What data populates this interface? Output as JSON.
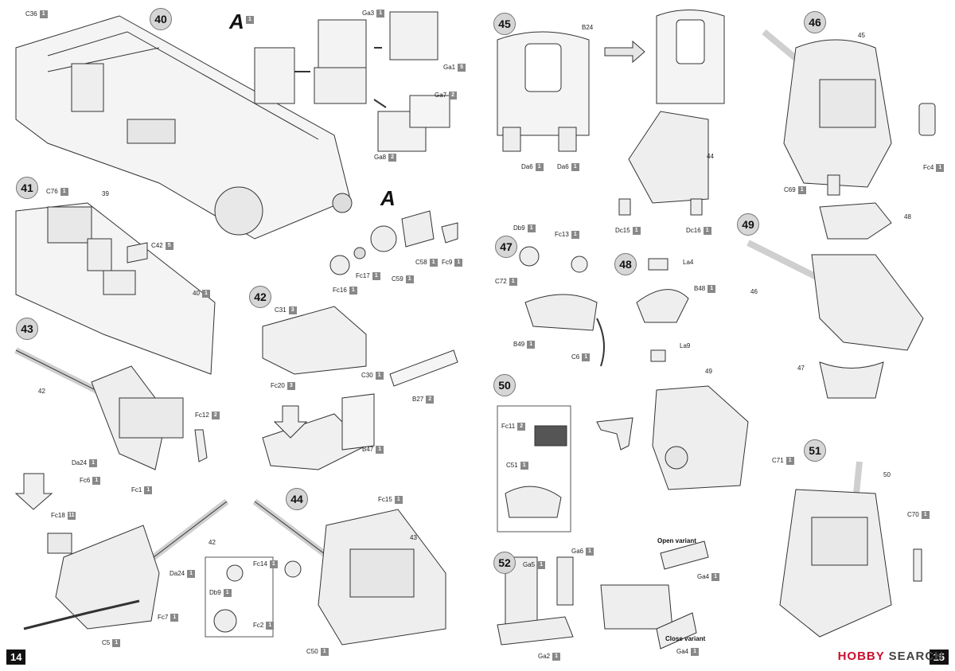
{
  "left_page": {
    "page_number": "14",
    "callout": "A",
    "steps": [
      {
        "num": "40",
        "labels": [
          {
            "text": "C36",
            "qty": "1"
          },
          {
            "text": "A",
            "qty": "1"
          },
          {
            "text": "Ga3",
            "qty": "1"
          },
          {
            "text": "Ga1",
            "qty": "5"
          },
          {
            "text": "Ga7",
            "qty": "2"
          },
          {
            "text": "Ga8",
            "qty": "2"
          },
          {
            "text": "39",
            "qty": ""
          }
        ]
      },
      {
        "num": "41",
        "labels": [
          {
            "text": "C76",
            "qty": "1"
          },
          {
            "text": "C42",
            "qty": "5"
          },
          {
            "text": "40",
            "qty": "1"
          }
        ]
      },
      {
        "num": "42",
        "labels": [
          {
            "text": "C31",
            "qty": "3"
          },
          {
            "text": "C30",
            "qty": "1"
          },
          {
            "text": "Fc20",
            "qty": "3"
          },
          {
            "text": "B27",
            "qty": "2"
          },
          {
            "text": "B47",
            "qty": "1"
          }
        ]
      },
      {
        "num": "43",
        "labels": [
          {
            "text": "42",
            "qty": ""
          },
          {
            "text": "Fc12",
            "qty": "2"
          },
          {
            "text": "Da24",
            "qty": "1"
          },
          {
            "text": "Fc6",
            "qty": "1"
          },
          {
            "text": "Fc1",
            "qty": "1"
          },
          {
            "text": "Fc18",
            "qty": "11"
          },
          {
            "text": "42",
            "qty": ""
          },
          {
            "text": "Da24",
            "qty": "1"
          },
          {
            "text": "Fc7",
            "qty": "1"
          },
          {
            "text": "C5",
            "qty": "1"
          }
        ]
      },
      {
        "num": "44",
        "labels": [
          {
            "text": "Fc15",
            "qty": "1"
          },
          {
            "text": "43",
            "qty": ""
          },
          {
            "text": "Fc14",
            "qty": "1"
          },
          {
            "text": "Db9",
            "qty": "1"
          },
          {
            "text": "Fc2",
            "qty": "1"
          },
          {
            "text": "C50",
            "qty": "1"
          }
        ]
      }
    ],
    "detail_a": [
      {
        "text": "Fc16",
        "qty": "1"
      },
      {
        "text": "Fc17",
        "qty": "1"
      },
      {
        "text": "C59",
        "qty": "1"
      },
      {
        "text": "C58",
        "qty": "1"
      },
      {
        "text": "Fc9",
        "qty": "1"
      }
    ]
  },
  "right_page": {
    "page_number": "15",
    "steps": [
      {
        "num": "45",
        "labels": [
          {
            "text": "B24",
            "qty": ""
          },
          {
            "text": "Da6",
            "qty": "1"
          },
          {
            "text": "Da6",
            "qty": "1"
          },
          {
            "text": "Dc15",
            "qty": "1"
          },
          {
            "text": "Dc16",
            "qty": "1"
          },
          {
            "text": "44",
            "qty": ""
          }
        ]
      },
      {
        "num": "46",
        "labels": [
          {
            "text": "45",
            "qty": ""
          },
          {
            "text": "C69",
            "qty": "1"
          },
          {
            "text": "Fc4",
            "qty": "1"
          }
        ]
      },
      {
        "num": "47",
        "labels": [
          {
            "text": "Db9",
            "qty": "1"
          },
          {
            "text": "Fc13",
            "qty": "1"
          },
          {
            "text": "C72",
            "qty": "1"
          },
          {
            "text": "B49",
            "qty": "1"
          },
          {
            "text": "C6",
            "qty": "1"
          }
        ]
      },
      {
        "num": "48",
        "labels": [
          {
            "text": "La4",
            "qty": ""
          },
          {
            "text": "B48",
            "qty": "1"
          },
          {
            "text": "La9",
            "qty": ""
          }
        ]
      },
      {
        "num": "49",
        "labels": [
          {
            "text": "48",
            "qty": ""
          },
          {
            "text": "46",
            "qty": ""
          },
          {
            "text": "47",
            "qty": ""
          }
        ]
      },
      {
        "num": "50",
        "labels": [
          {
            "text": "Fc11",
            "qty": "2"
          },
          {
            "text": "C51",
            "qty": "1"
          },
          {
            "text": "49",
            "qty": ""
          },
          {
            "text": "C71",
            "qty": "1"
          }
        ]
      },
      {
        "num": "51",
        "labels": [
          {
            "text": "50",
            "qty": ""
          },
          {
            "text": "C70",
            "qty": "1"
          }
        ]
      },
      {
        "num": "52",
        "labels": [
          {
            "text": "Ga5",
            "qty": "1"
          },
          {
            "text": "Ga6",
            "qty": "1"
          },
          {
            "text": "Ga2",
            "qty": "1"
          },
          {
            "text": "Ga4",
            "qty": "1"
          },
          {
            "text": "Ga4",
            "qty": "1"
          }
        ]
      }
    ],
    "variants": {
      "open": "Open variant",
      "close": "Close variant"
    }
  },
  "watermark": {
    "brand": "HOBBY",
    "suffix": "SEARCH"
  }
}
